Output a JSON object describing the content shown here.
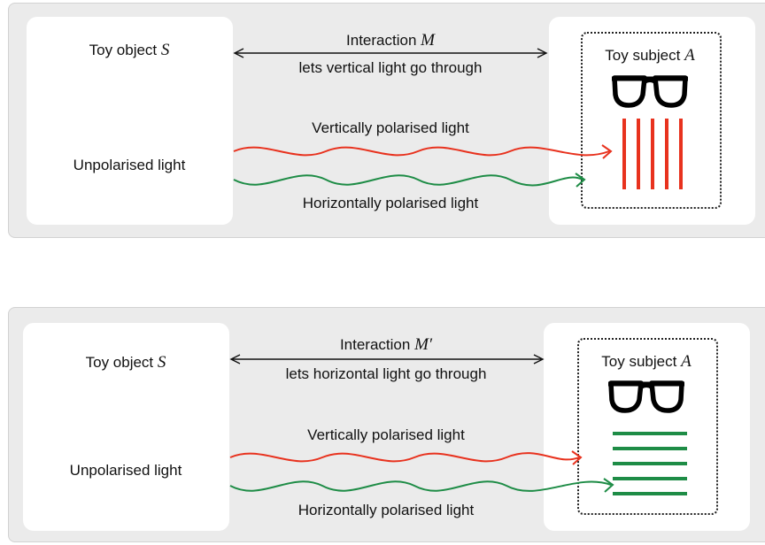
{
  "panels": [
    {
      "object_label": "Toy object",
      "object_var": "S",
      "source_label": "Unpolarised light",
      "interaction_label": "Interaction",
      "interaction_var": "M",
      "interaction_desc": "lets vertical light go through",
      "vertical_light_label": "Vertically polarised light",
      "horizontal_light_label": "Horizontally polarised light",
      "subject_label": "Toy subject",
      "subject_var": "A",
      "filter_orientation": "vertical",
      "filter_color": "#e8321e"
    },
    {
      "object_label": "Toy object",
      "object_var": "S",
      "source_label": "Unpolarised light",
      "interaction_label": "Interaction",
      "interaction_var": "M′",
      "interaction_desc": "lets horizontal light go through",
      "vertical_light_label": "Vertically polarised light",
      "horizontal_light_label": "Horizontally polarised light",
      "subject_label": "Toy subject",
      "subject_var": "A",
      "filter_orientation": "horizontal",
      "filter_color": "#1e8c46"
    }
  ],
  "colors": {
    "vertical_light": "#e8321e",
    "horizontal_light": "#1e8c46",
    "arrow": "#111111",
    "panel_bg": "#ebebeb"
  },
  "icons": [
    "glasses-icon",
    "double-arrow-icon"
  ]
}
